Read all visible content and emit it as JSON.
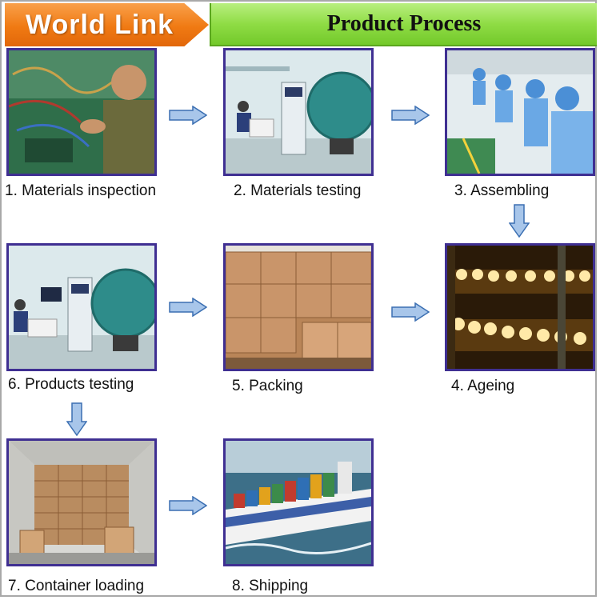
{
  "header": {
    "brand": "World Link",
    "title": "Product Process"
  },
  "steps": [
    {
      "label": "1. Materials inspection"
    },
    {
      "label": "2. Materials testing"
    },
    {
      "label": "3. Assembling"
    },
    {
      "label": "4. Ageing"
    },
    {
      "label": "5. Packing"
    },
    {
      "label": "6. Products testing"
    },
    {
      "label": "7. Container loading"
    },
    {
      "label": "8. Shipping"
    }
  ],
  "colors": {
    "brand_orange": "#f07a13",
    "title_green": "#8fdc45",
    "photo_border": "#3f2f92",
    "arrow_fill": "#a8c6ea",
    "arrow_stroke": "#3b6fb2"
  }
}
